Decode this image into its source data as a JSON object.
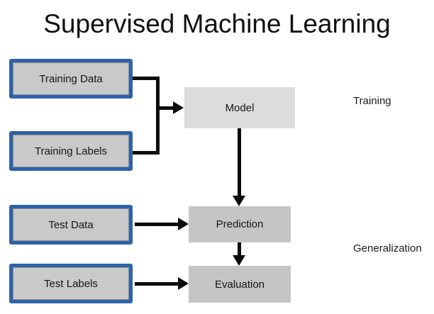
{
  "title": "Supervised Machine Learning",
  "colors": {
    "box_border_blue": "#2e62a9",
    "input_box_fill": "#c9c9c9",
    "model_fill": "#dcdcdc",
    "process_fill": "#c5c5c5",
    "arrow": "#0d0d0d"
  },
  "diagram": {
    "input_boxes": [
      {
        "id": "training-data",
        "label": "Training Data"
      },
      {
        "id": "training-labels",
        "label": "Training Labels"
      },
      {
        "id": "test-data",
        "label": "Test Data"
      },
      {
        "id": "test-labels",
        "label": "Test Labels"
      }
    ],
    "process_boxes": [
      {
        "id": "model",
        "label": "Model"
      },
      {
        "id": "prediction",
        "label": "Prediction"
      },
      {
        "id": "evaluation",
        "label": "Evaluation"
      }
    ],
    "phase_labels": [
      {
        "id": "training",
        "label": "Training"
      },
      {
        "id": "generalization",
        "label": "Generalization"
      }
    ],
    "connections": [
      {
        "from": "training-data + training-labels",
        "to": "model"
      },
      {
        "from": "model",
        "to": "prediction"
      },
      {
        "from": "test-data",
        "to": "prediction"
      },
      {
        "from": "prediction",
        "to": "evaluation"
      },
      {
        "from": "test-labels",
        "to": "evaluation"
      }
    ]
  }
}
